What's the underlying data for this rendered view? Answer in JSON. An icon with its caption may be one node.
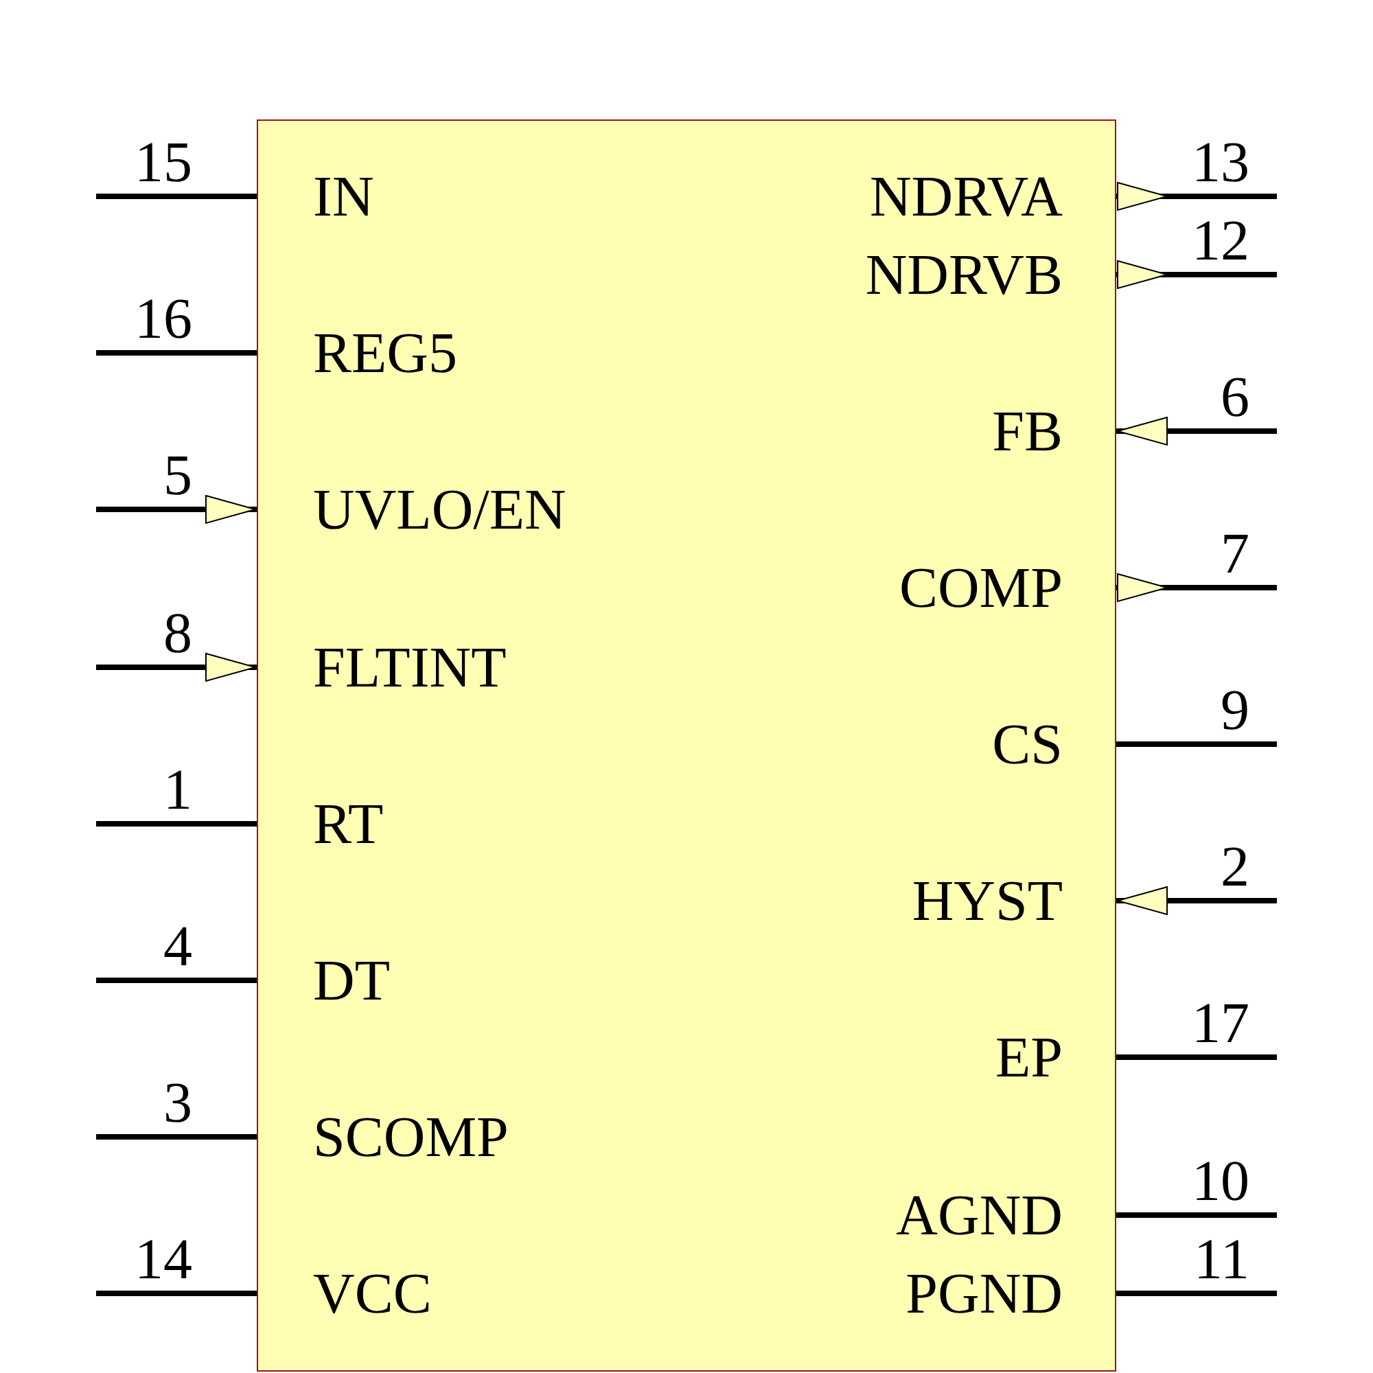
{
  "diagram": {
    "nodes": [
      {
        "text": [
          "IN",
          "REG5",
          "UVLO/EN",
          "FLTINT",
          "RT",
          "DT",
          "SCOMP",
          "VCC",
          "NDRVA",
          "NDRVB",
          "FB",
          "COMP",
          "CS",
          "HYST",
          "EP",
          "AGND",
          "PGND"
        ]
      }
    ],
    "labels": [
      "15",
      "16",
      "5",
      "8",
      "1",
      "4",
      "3",
      "14",
      "13",
      "12",
      "6",
      "7",
      "9",
      "2",
      "17",
      "10",
      "11"
    ]
  }
}
